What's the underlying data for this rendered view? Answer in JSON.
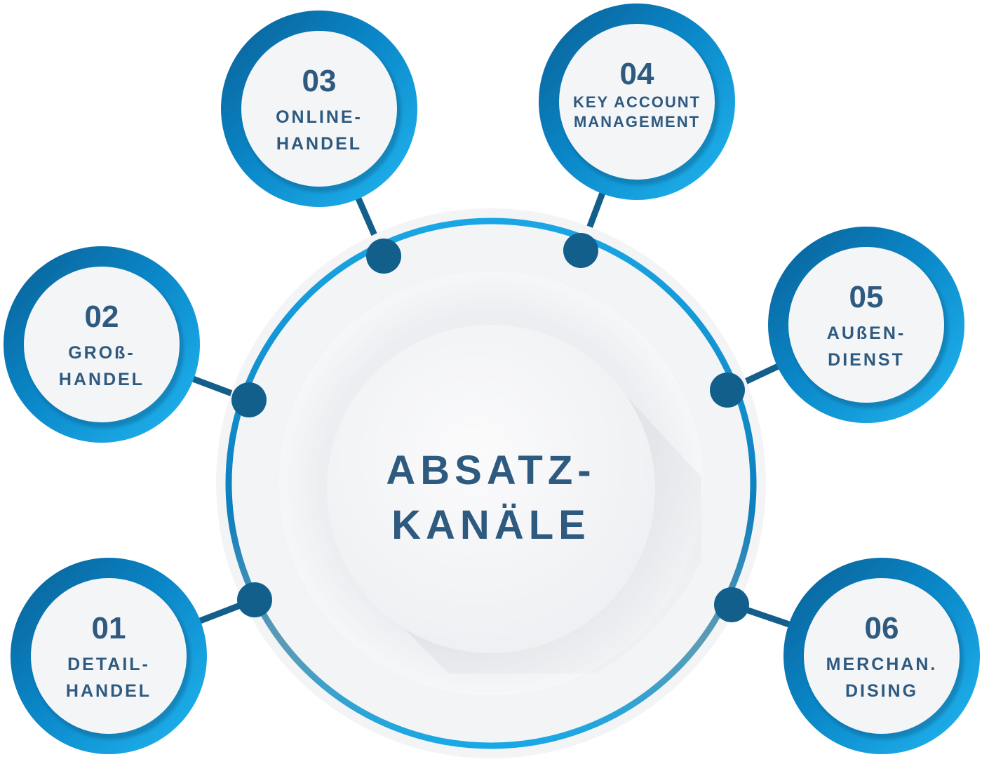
{
  "center": {
    "lines": [
      "ABSATZ-",
      "KANÄLE"
    ]
  },
  "nodes": [
    {
      "number": "01",
      "lines": [
        "DETAIL-",
        "HANDEL"
      ]
    },
    {
      "number": "02",
      "lines": [
        "GROß-",
        "HANDEL"
      ]
    },
    {
      "number": "03",
      "lines": [
        "ONLINE-",
        "HANDEL"
      ]
    },
    {
      "number": "04",
      "lines": [
        "KEY ACCOUNT",
        "MANAGEMENT"
      ]
    },
    {
      "number": "05",
      "lines": [
        "AUßEN-",
        "DIENST"
      ]
    },
    {
      "number": "06",
      "lines": [
        "MERCHAN.",
        "DISING"
      ]
    }
  ],
  "colors": {
    "text": "#2e5a80",
    "dot": "#125f8c",
    "ring_light": "#22b8f2",
    "ring_dark": "#0a5e93",
    "connector": "#135e8a",
    "inner_disk": "#f4f5f7",
    "halo": "#eceef1"
  }
}
